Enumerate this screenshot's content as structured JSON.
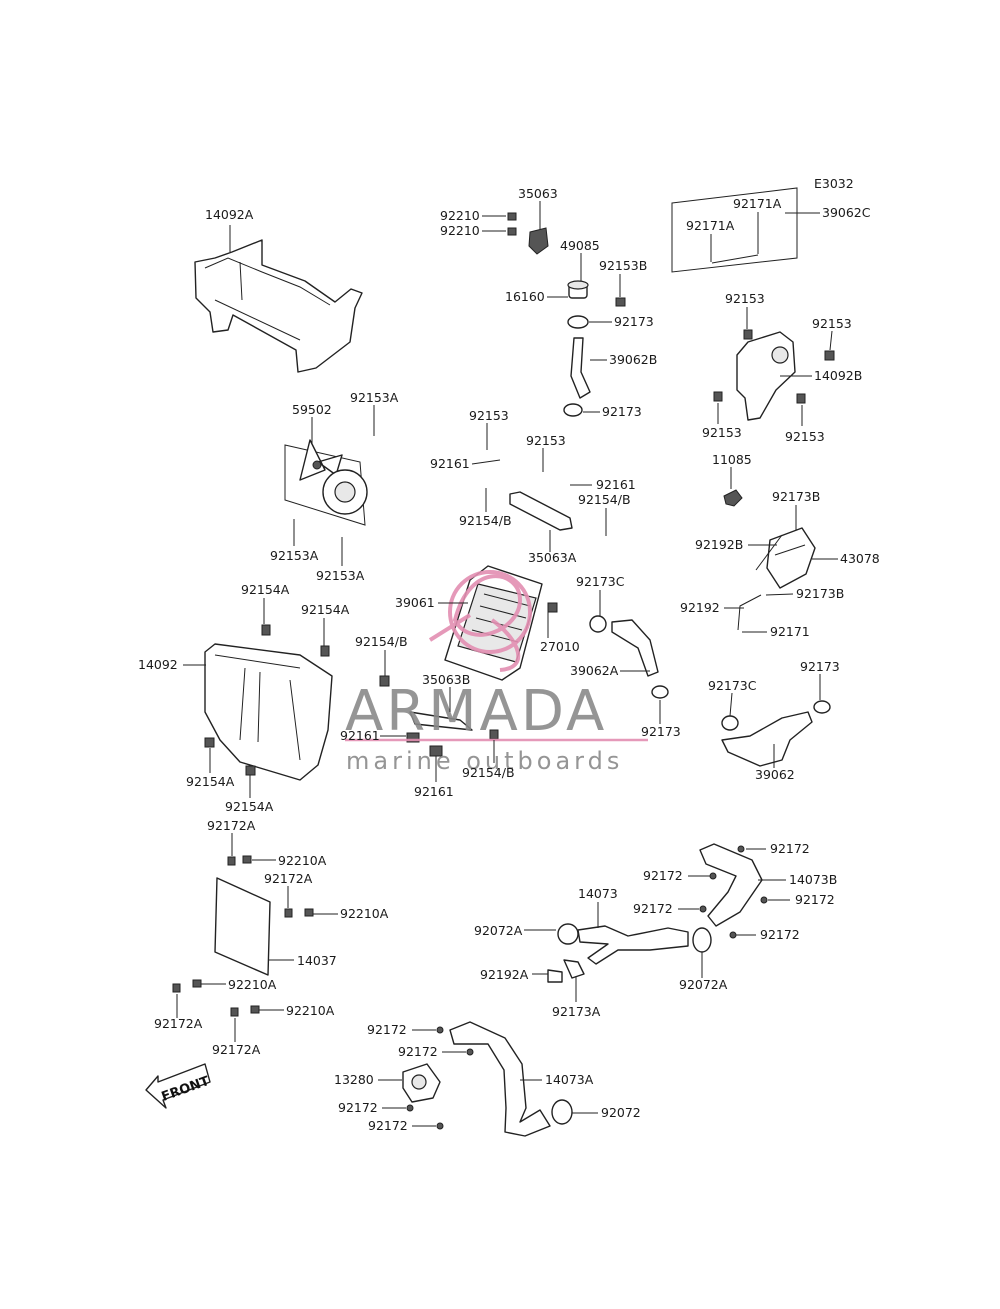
{
  "diagram_code": "E3032",
  "watermark": {
    "title": "ARMADA",
    "subtitle": "marine outboards",
    "logo_color": "#e38fb2",
    "text_color": "#8a8a8a"
  },
  "front_marker": "FRONT",
  "parts": [
    "14092A",
    "92210",
    "92210",
    "35063",
    "49085",
    "92153B",
    "16160",
    "92173",
    "39062B",
    "92173",
    "92171A",
    "92171A",
    "39062C",
    "92153",
    "92153",
    "14092B",
    "92153",
    "92153",
    "11085",
    "59502",
    "92153A",
    "92153A",
    "92153A",
    "92153",
    "92161",
    "92153",
    "92161",
    "92154/B",
    "92154/B",
    "35063A",
    "92173B",
    "92192B",
    "43078",
    "92192",
    "92173B",
    "92171",
    "92154A",
    "92154A",
    "14092",
    "92154/B",
    "39061",
    "92173C",
    "27010",
    "39062A",
    "35063B",
    "92173",
    "92161",
    "92161",
    "92154/B",
    "92154A",
    "92154A",
    "92173C",
    "92173",
    "39062",
    "92172A",
    "92210A",
    "92172A",
    "92210A",
    "14037",
    "92210A",
    "92210A",
    "92172A",
    "92172A",
    "92172",
    "92172",
    "14073B",
    "92172",
    "92172",
    "92172",
    "14073",
    "92072A",
    "92192A",
    "92173A",
    "92072A",
    "92172",
    "92172",
    "13280",
    "14073A",
    "92072",
    "92172",
    "92172"
  ]
}
